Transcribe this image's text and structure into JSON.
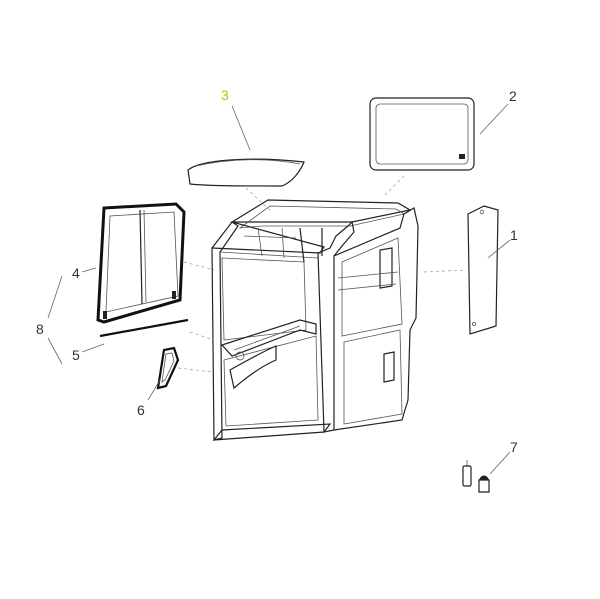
{
  "callouts": {
    "c1": "1",
    "c2": "2",
    "c3": "3",
    "c4": "4",
    "c5": "5",
    "c6": "6",
    "c7": "7",
    "c8": "8"
  },
  "colors": {
    "highlight_callout": "#c9b800",
    "line": "#222222",
    "background": "#ffffff"
  }
}
